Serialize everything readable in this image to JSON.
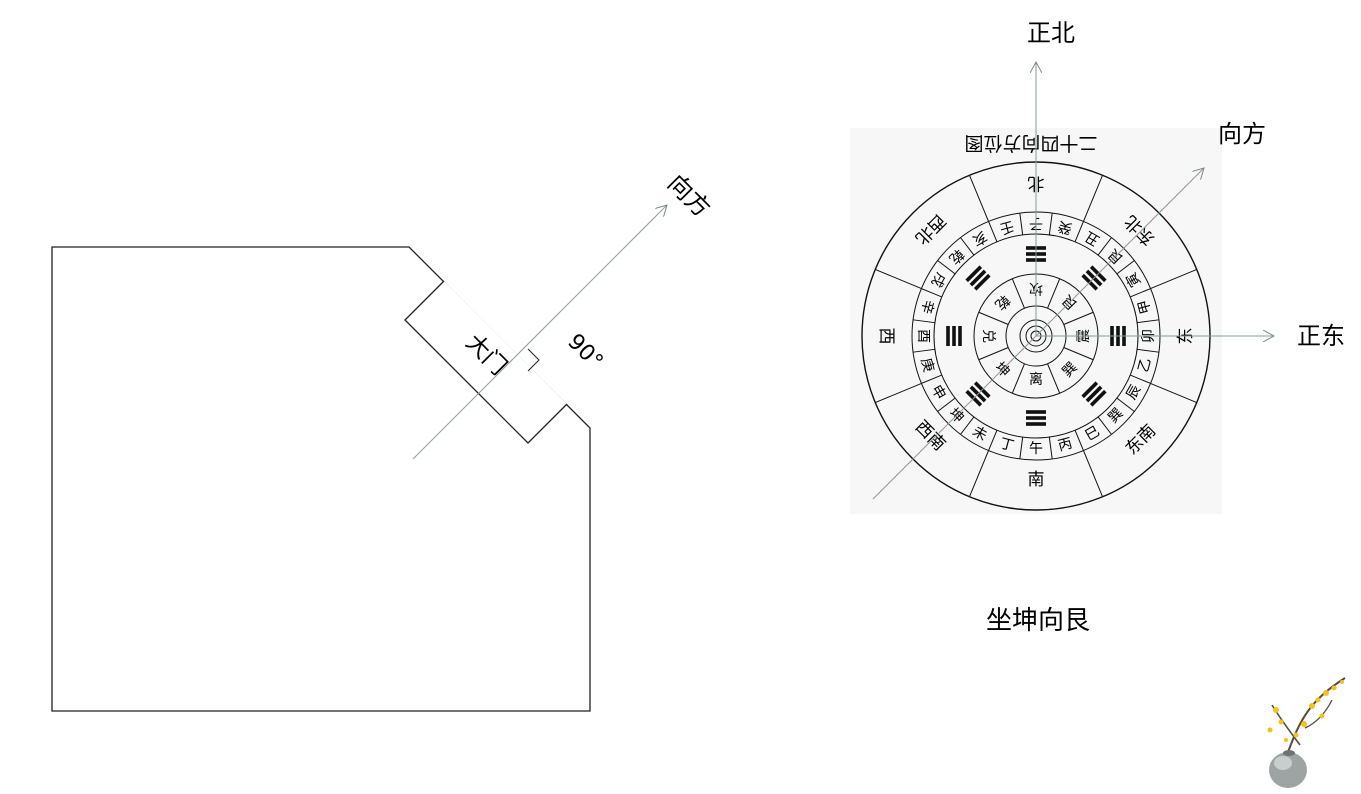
{
  "floor_plan": {
    "door_label": "大门",
    "angle_label": "90°",
    "direction_label": "向方"
  },
  "compass": {
    "title": "二十四向方位图",
    "north_label": "正北",
    "east_label": "正东",
    "facing_label": "向方",
    "directions": {
      "n": "北",
      "ne": "东北",
      "e": "东",
      "se": "东南",
      "s": "南",
      "sw": "西南",
      "w": "西",
      "nw": "西北"
    },
    "mountains": [
      "子",
      "癸",
      "丑",
      "艮",
      "寅",
      "甲",
      "卯",
      "乙",
      "辰",
      "巽",
      "巳",
      "丙",
      "午",
      "丁",
      "未",
      "坤",
      "申",
      "庚",
      "酉",
      "辛",
      "戌",
      "乾",
      "亥",
      "壬"
    ],
    "trigrams": {
      "n": "坎",
      "ne": "艮",
      "e": "震",
      "se": "巽",
      "s": "离",
      "sw": "坤",
      "w": "兑",
      "nw": "乾"
    }
  },
  "caption": "坐坤向艮",
  "decoration": "plum-blossom-vase"
}
